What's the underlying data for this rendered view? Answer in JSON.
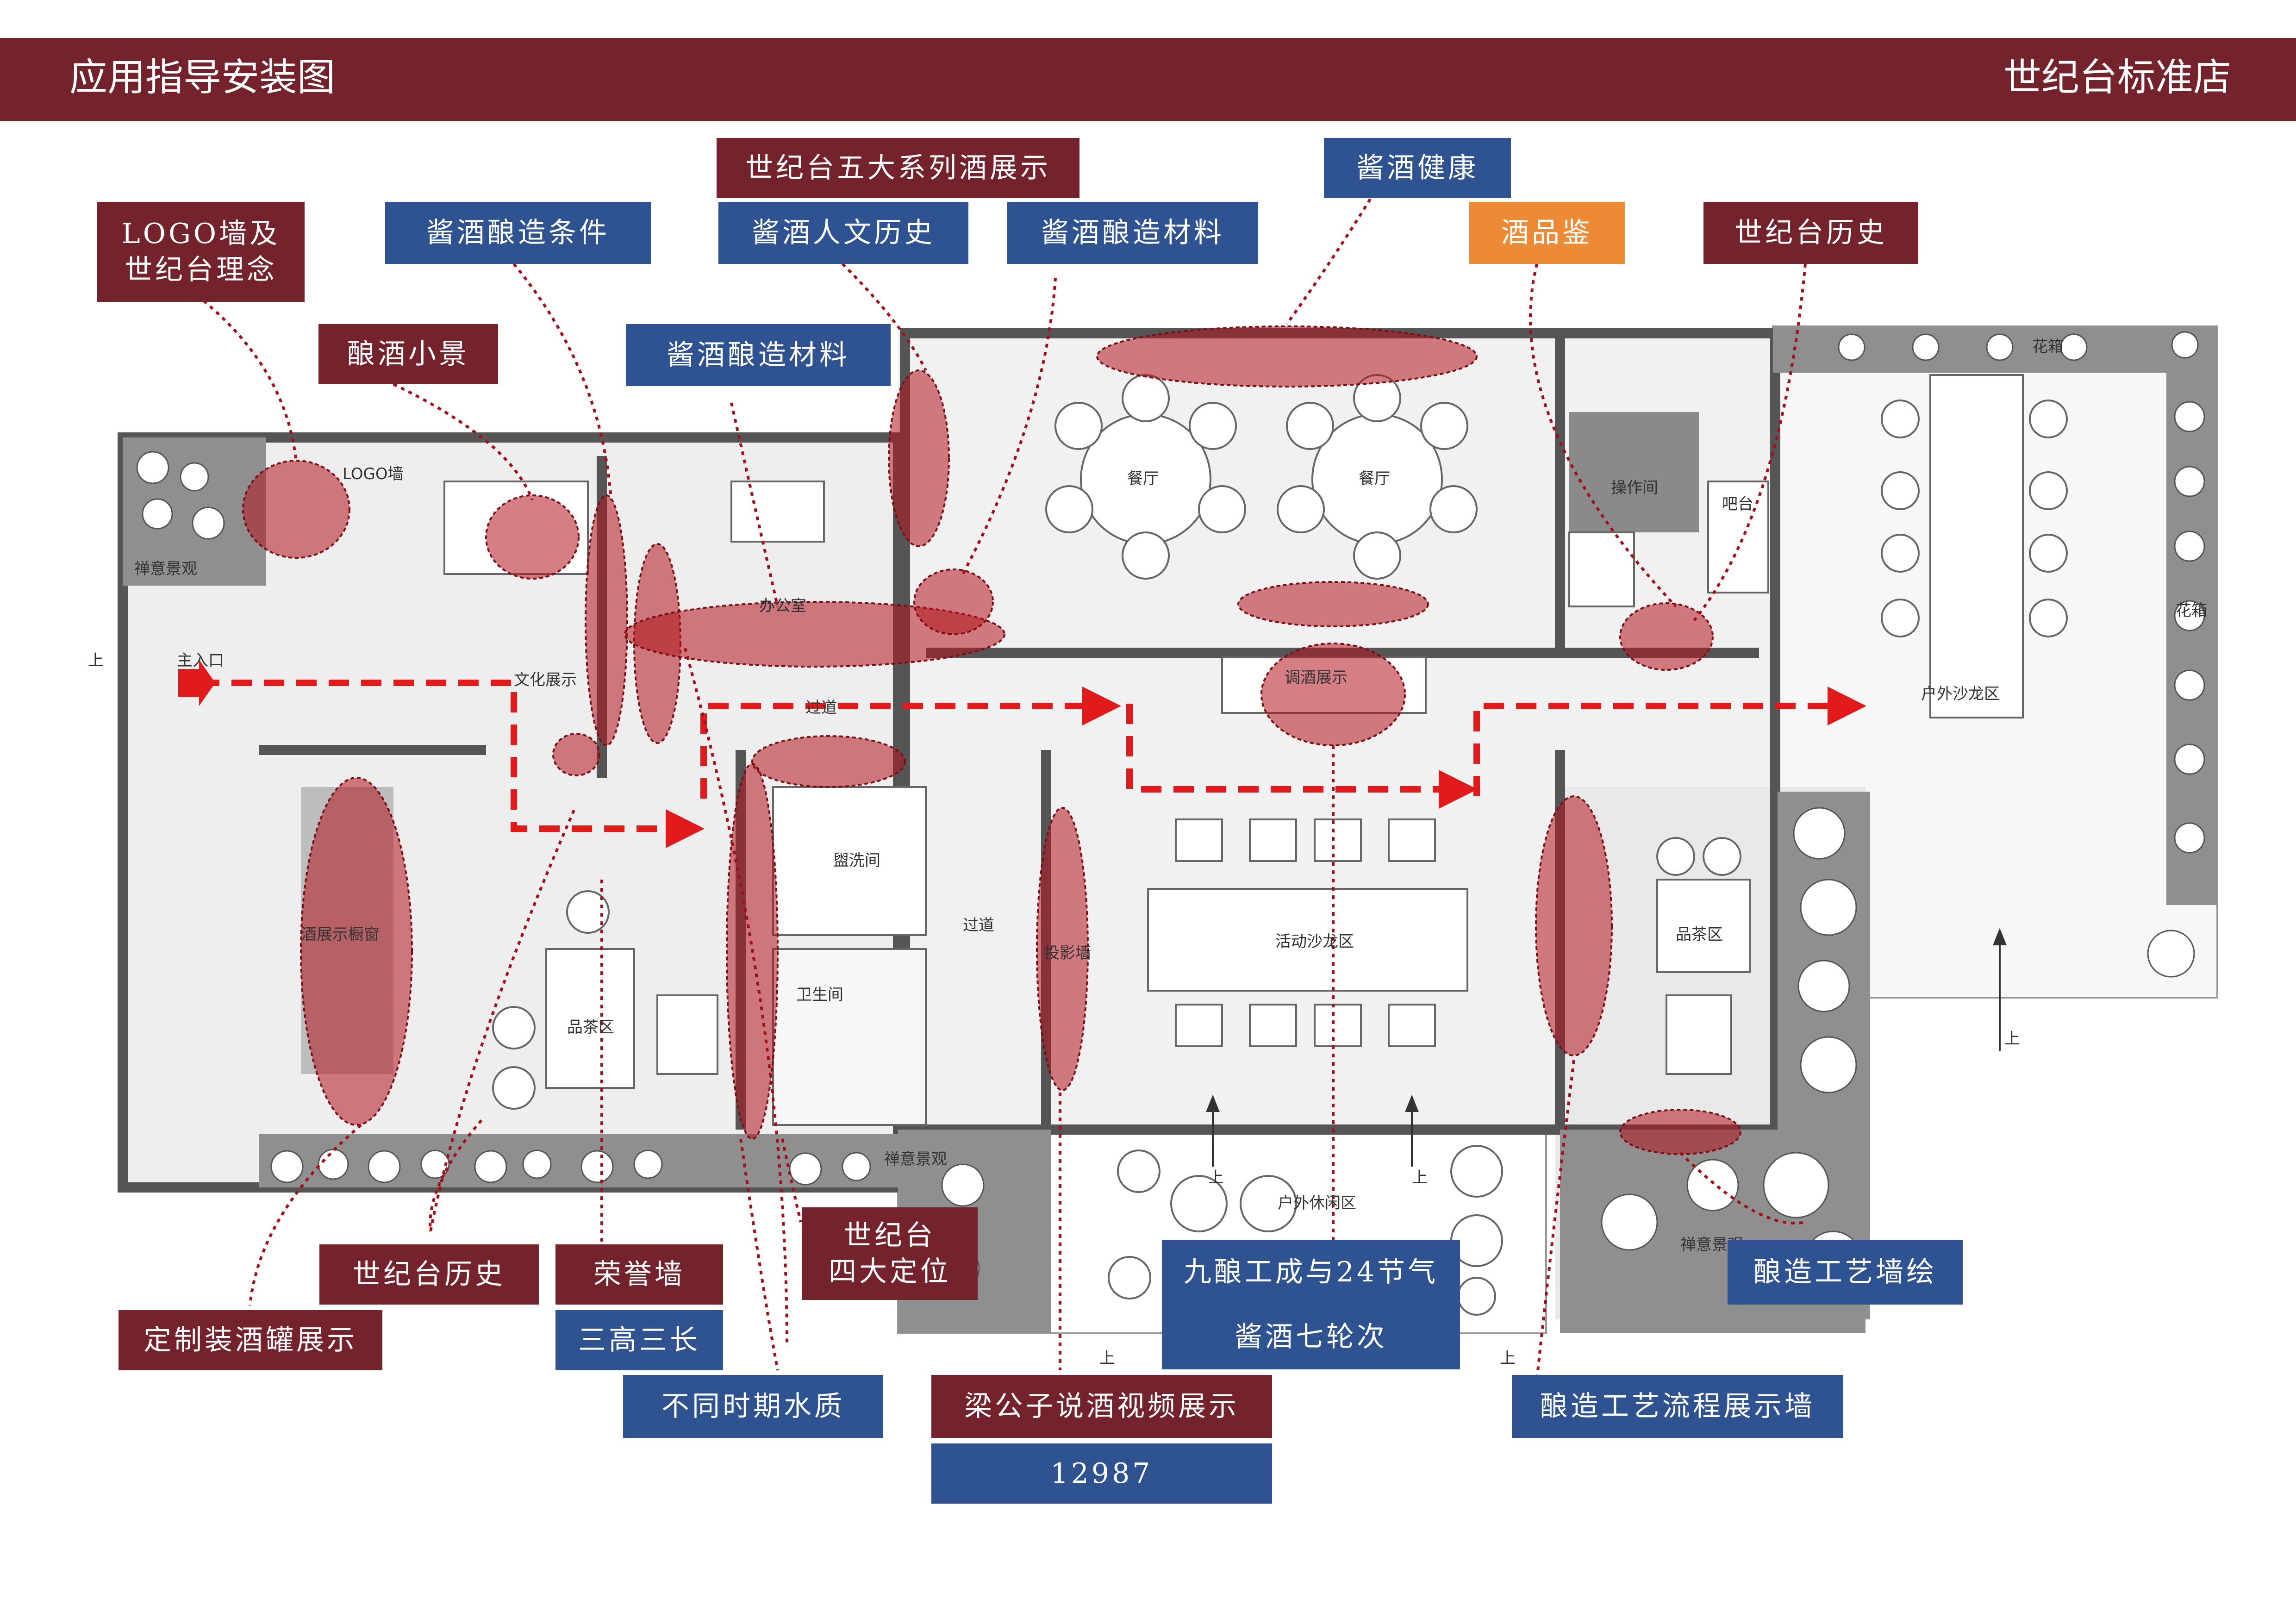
{
  "header": {
    "title": "应用指导安装图",
    "store": "世纪台标准店"
  },
  "colors": {
    "accent_red": "#74232c",
    "accent_blue": "#2f5290",
    "accent_orange": "#ec8a35"
  },
  "callouts": {
    "series5": "世纪台五大系列酒展示",
    "health": "酱酒健康",
    "logo_wall": "LOGO墙及\n世纪台理念",
    "brew_cond": "酱酒酿造条件",
    "culture_history": "酱酒人文历史",
    "brew_material_top": "酱酒酿造材料",
    "wine_taste": "酒品鉴",
    "history_top": "世纪台历史",
    "brew_scene": "酿酒小景",
    "brew_material_mid": "酱酒酿造材料",
    "history_bottom": "世纪台历史",
    "honor_wall": "荣誉墙",
    "four_position": "世纪台\n四大定位",
    "jiu_niang": "九酿工成与24节气",
    "brew_mural": "酿造工艺墙绘",
    "custom_tank": "定制装酒罐展示",
    "three_high": "三高三长",
    "seven_rounds": "酱酒七轮次",
    "water_quality": "不同时期水质",
    "video": "梁公子说酒视频展示",
    "number": "12987",
    "process_wall": "酿造工艺流程展示墙"
  },
  "rooms": {
    "entrance": "主入口",
    "up1": "上",
    "culture": "文化展示",
    "logo": "LOGO墙",
    "zen1": "禅意景观",
    "office": "办公室",
    "aisle1": "过道",
    "dining1": "餐厅",
    "dining2": "餐厅",
    "operation": "操作间",
    "bar": "吧台",
    "flowerbox1": "花箱",
    "flowerbox2": "花箱",
    "outdoor_salon": "户外沙龙区",
    "mixing": "调酒展示",
    "showcase": "酒展示橱窗",
    "tea1": "品茶区",
    "washroom": "卫生间",
    "wash": "盥洗间",
    "aisle2": "过道",
    "projection": "投影墙",
    "salon": "活动沙龙区",
    "tea2": "品茶区",
    "zen2": "禅意景观",
    "outdoor_rest": "户外休闲区",
    "zen3": "禅意景观",
    "up2": "上",
    "up3": "上",
    "up4": "上",
    "up5": "上",
    "up6": "上"
  }
}
